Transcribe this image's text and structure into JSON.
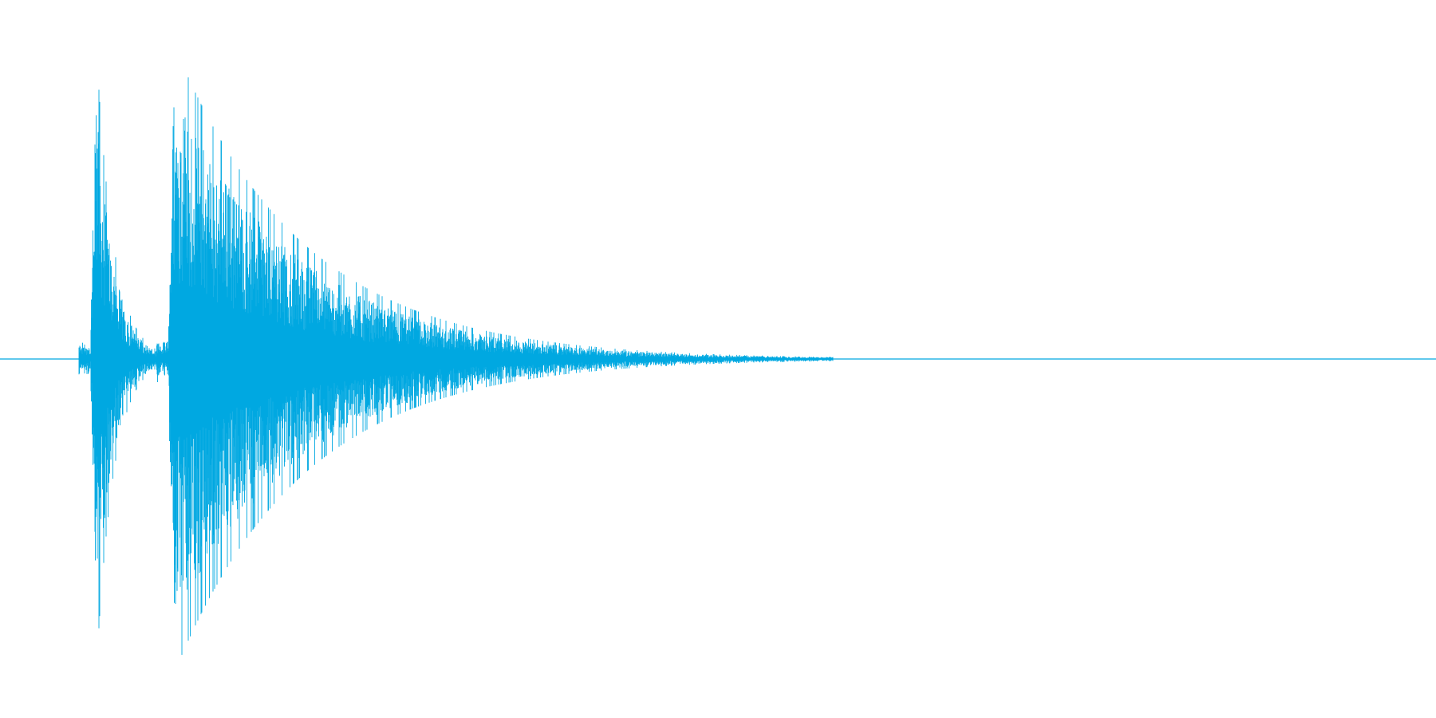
{
  "colors": {
    "background": "#ffffff",
    "waveform": "#00a8e1"
  },
  "chart_data": {
    "type": "waveform",
    "title": "",
    "xlabel": "",
    "ylabel": "",
    "xlim": [
      0,
      1
    ],
    "ylim": [
      -1,
      1
    ],
    "grid": false,
    "legend": "none",
    "baseline": 0,
    "series": [
      {
        "values_description_note": null,
        "events": [
          {
            "onset": 0.057,
            "peak_time": 0.067,
            "peak_amplitude": 1.0,
            "decay": 0.012,
            "pre_noise": 0.04
          },
          {
            "onset": 0.111,
            "peak_time": 0.121,
            "peak_amplitude": 1.0,
            "decay": 0.09,
            "pre_noise": 0.04
          }
        ],
        "tail_end": 0.58
      }
    ]
  }
}
